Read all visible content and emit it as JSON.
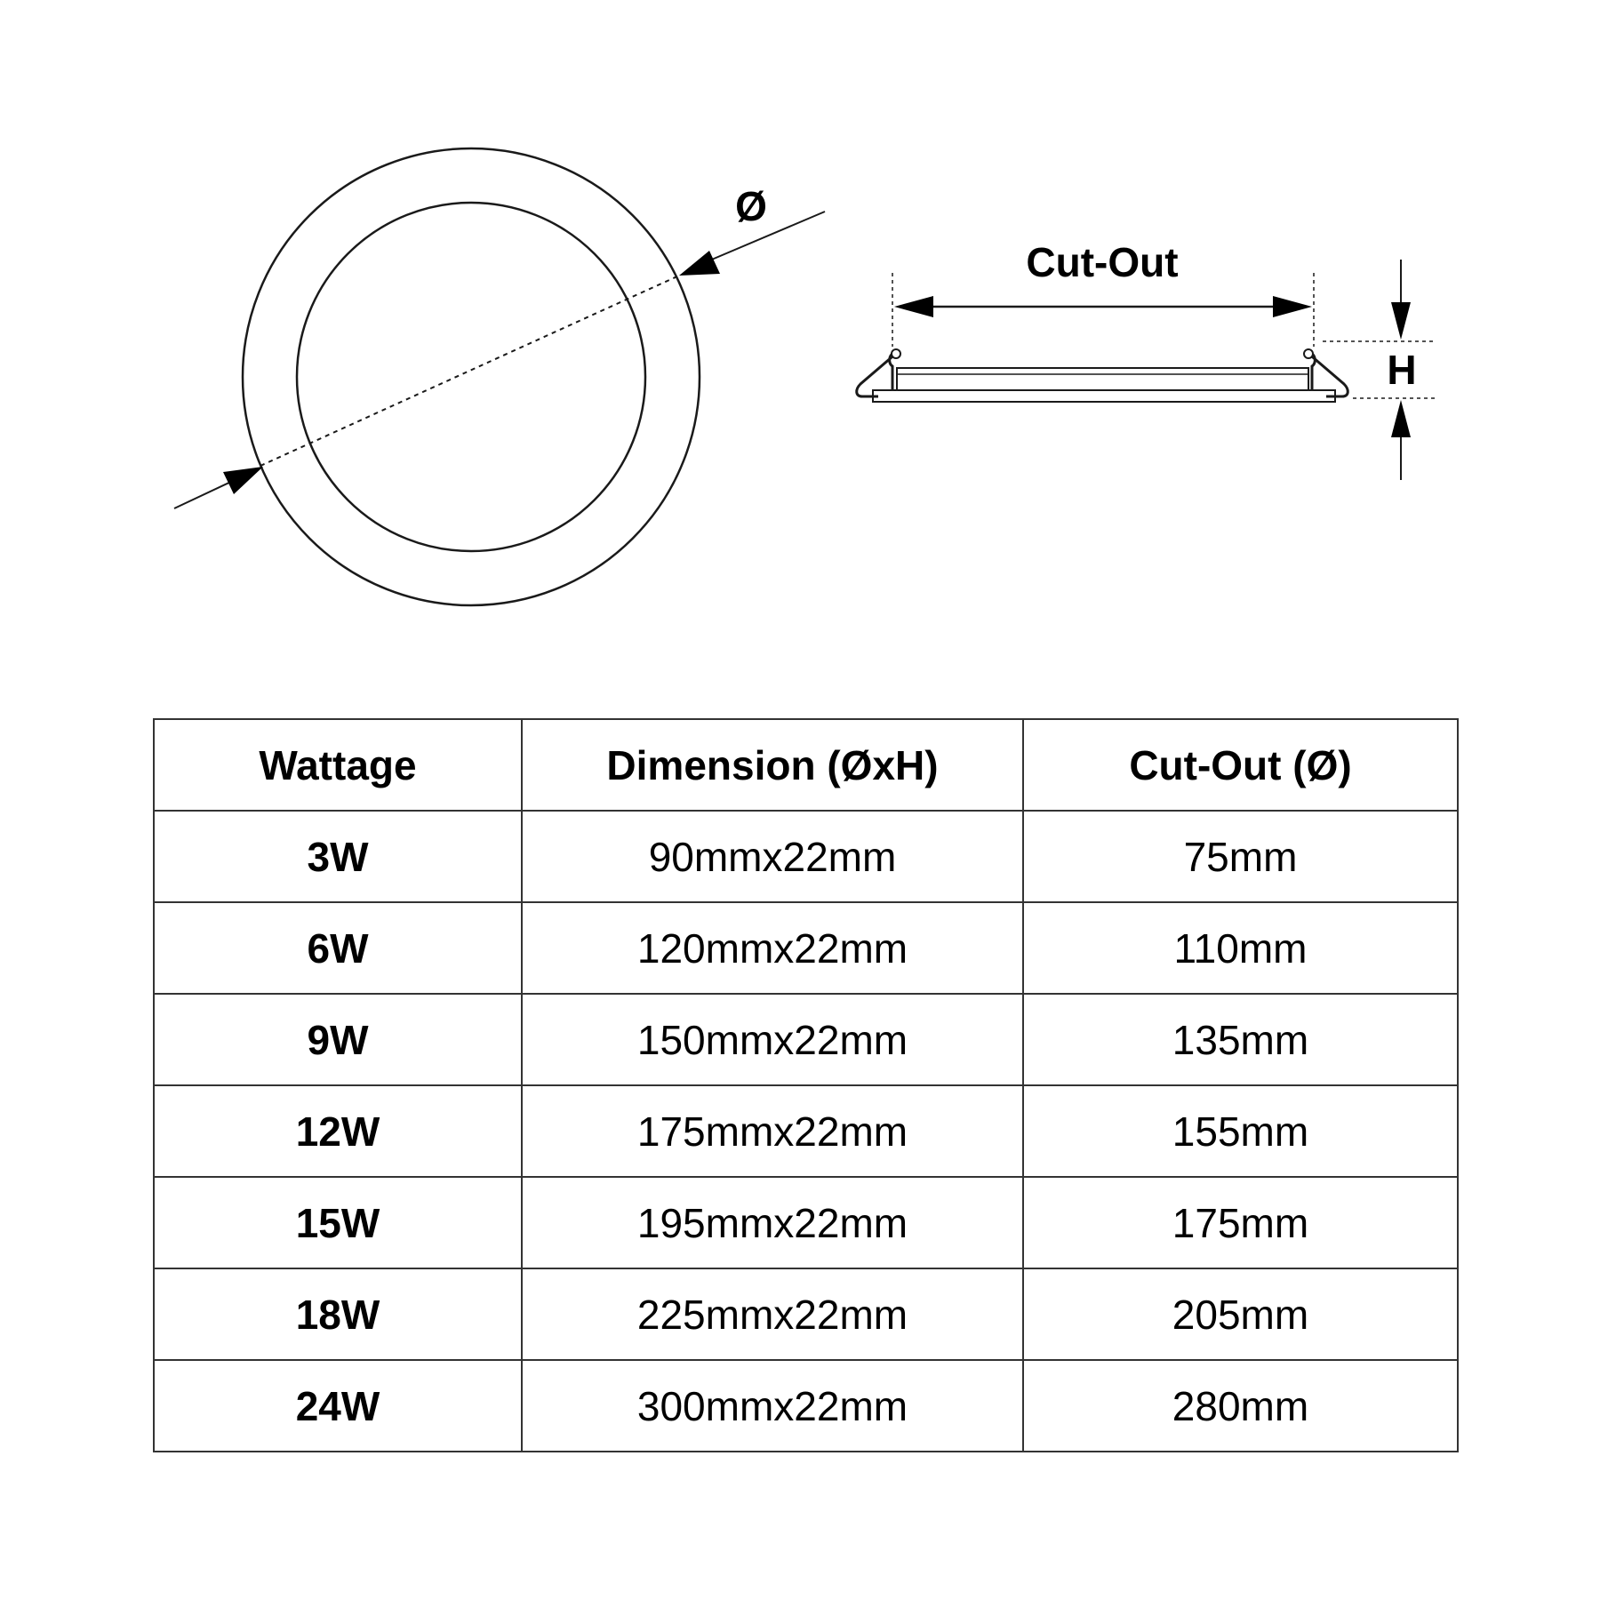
{
  "diagram": {
    "diameter_symbol": "Ø",
    "cutout_label": "Cut-Out",
    "height_label": "H"
  },
  "table": {
    "headers": [
      "Wattage",
      "Dimension (ØxH)",
      "Cut-Out (Ø)"
    ],
    "rows": [
      {
        "wattage": "3W",
        "dimension": "90mmx22mm",
        "cutout": "75mm"
      },
      {
        "wattage": "6W",
        "dimension": "120mmx22mm",
        "cutout": "110mm"
      },
      {
        "wattage": "9W",
        "dimension": "150mmx22mm",
        "cutout": "135mm"
      },
      {
        "wattage": "12W",
        "dimension": "175mmx22mm",
        "cutout": "155mm"
      },
      {
        "wattage": "15W",
        "dimension": "195mmx22mm",
        "cutout": "175mm"
      },
      {
        "wattage": "18W",
        "dimension": "225mmx22mm",
        "cutout": "205mm"
      },
      {
        "wattage": "24W",
        "dimension": "300mmx22mm",
        "cutout": "280mm"
      }
    ]
  }
}
